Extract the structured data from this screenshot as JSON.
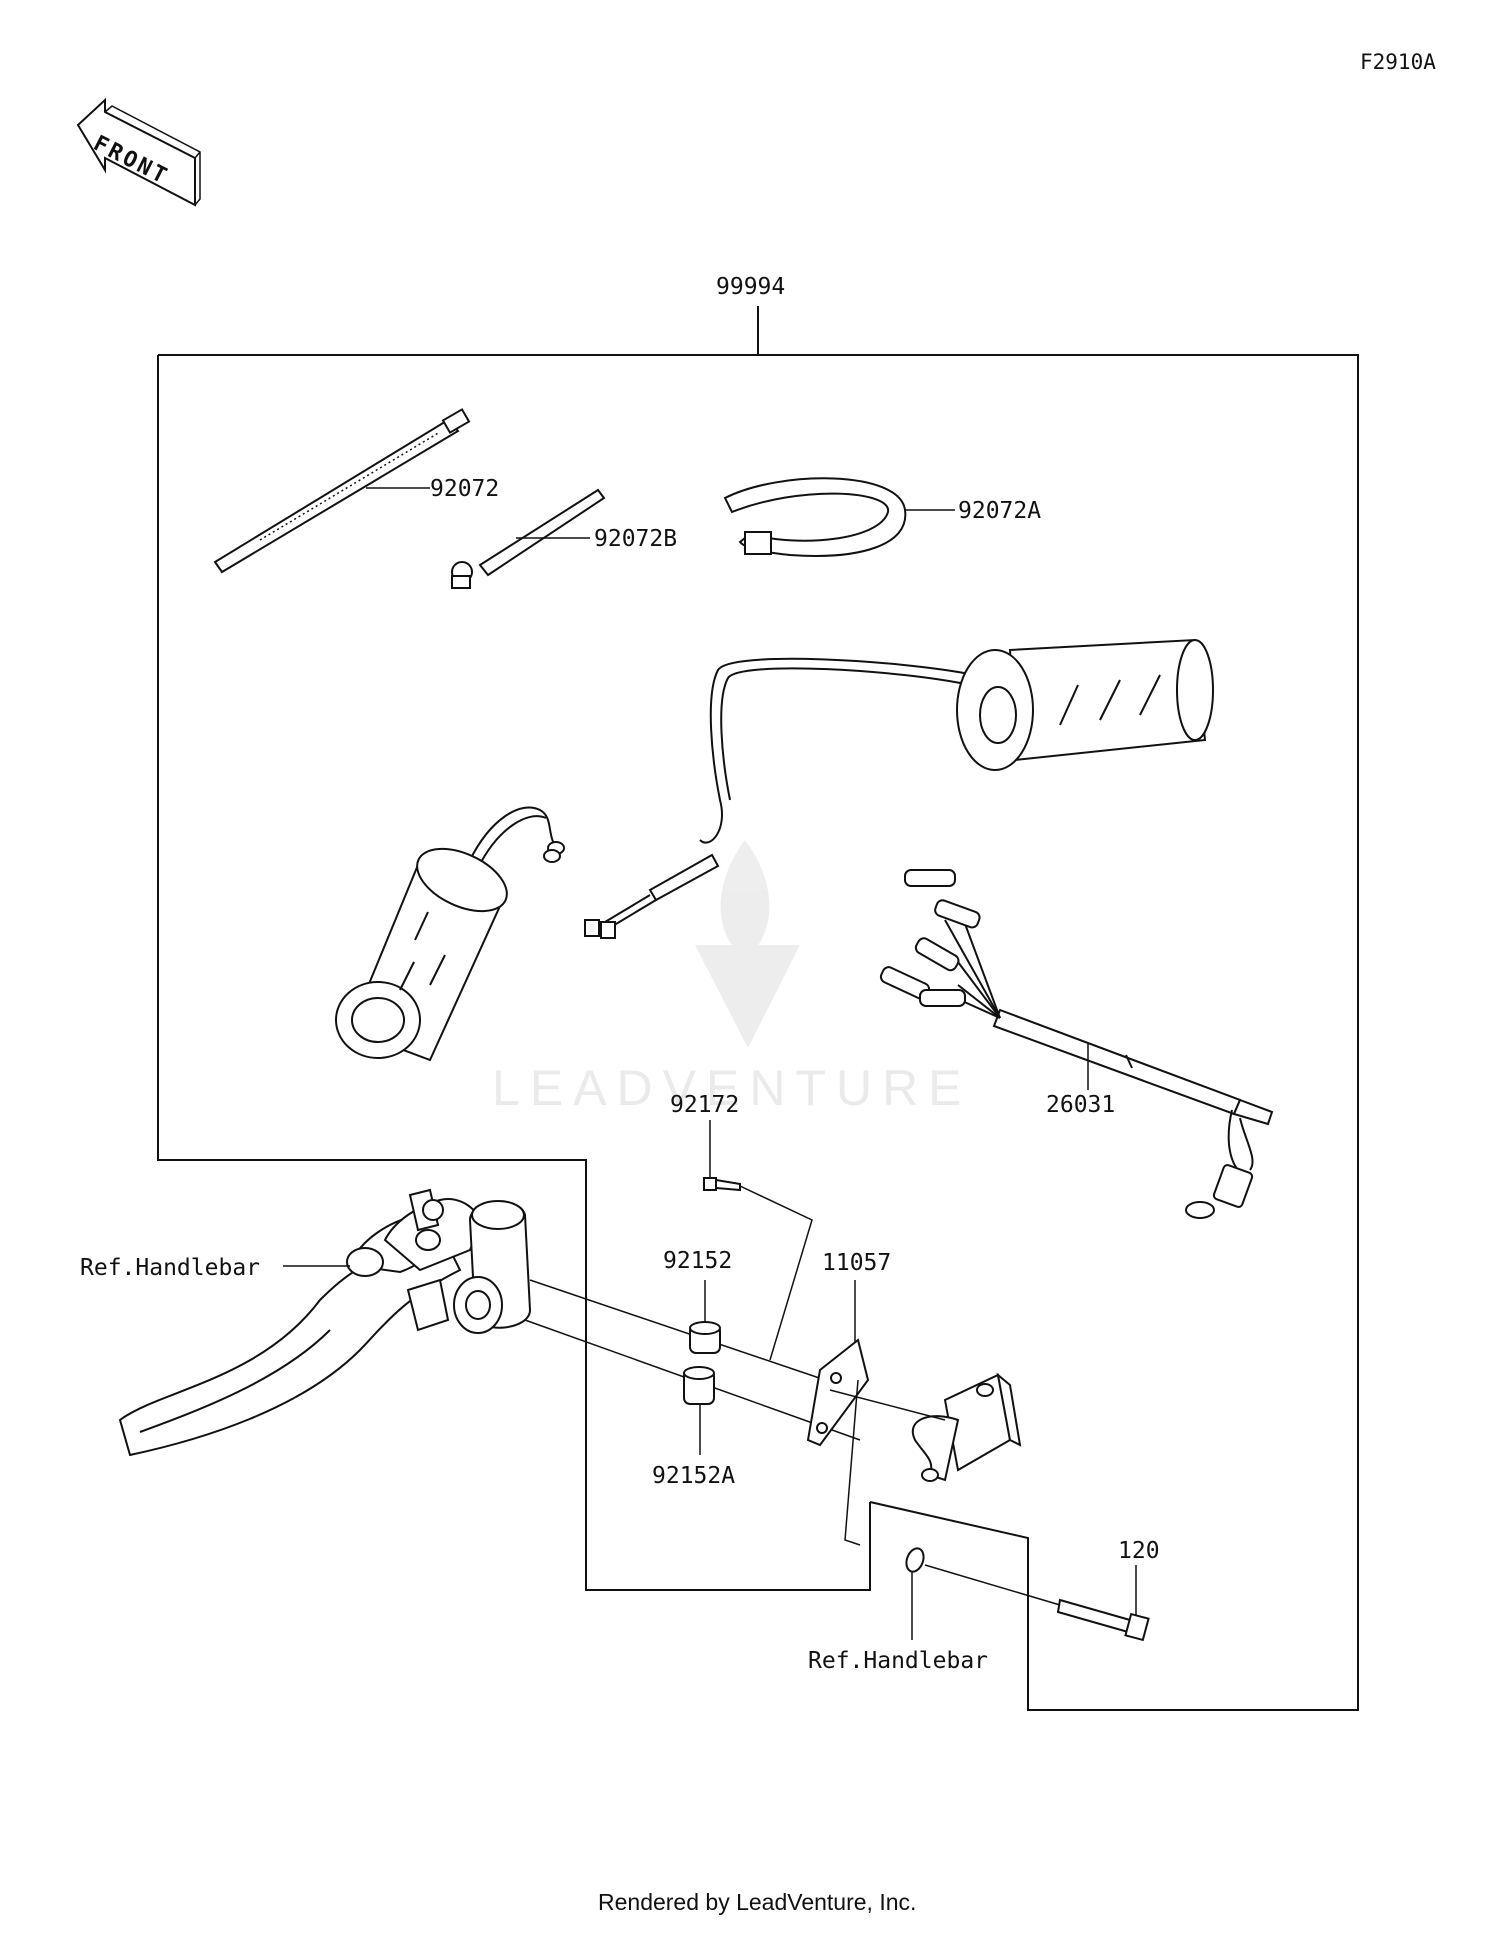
{
  "figure_code": "F2910A",
  "front_label": "FRONT",
  "watermark": "LEADVENTURE",
  "footer": "Rendered by LeadVenture, Inc.",
  "parts": {
    "kit": "99994",
    "cable_tie": "92072",
    "cable_tie_b": "92072B",
    "cable_tie_a": "92072A",
    "harness": "26031",
    "screw": "92172",
    "collar": "92152",
    "collar_a": "92152A",
    "bracket": "11057",
    "bolt": "120"
  },
  "references": {
    "handlebar_left": "Ref.Handlebar",
    "handlebar_bottom": "Ref.Handlebar"
  }
}
